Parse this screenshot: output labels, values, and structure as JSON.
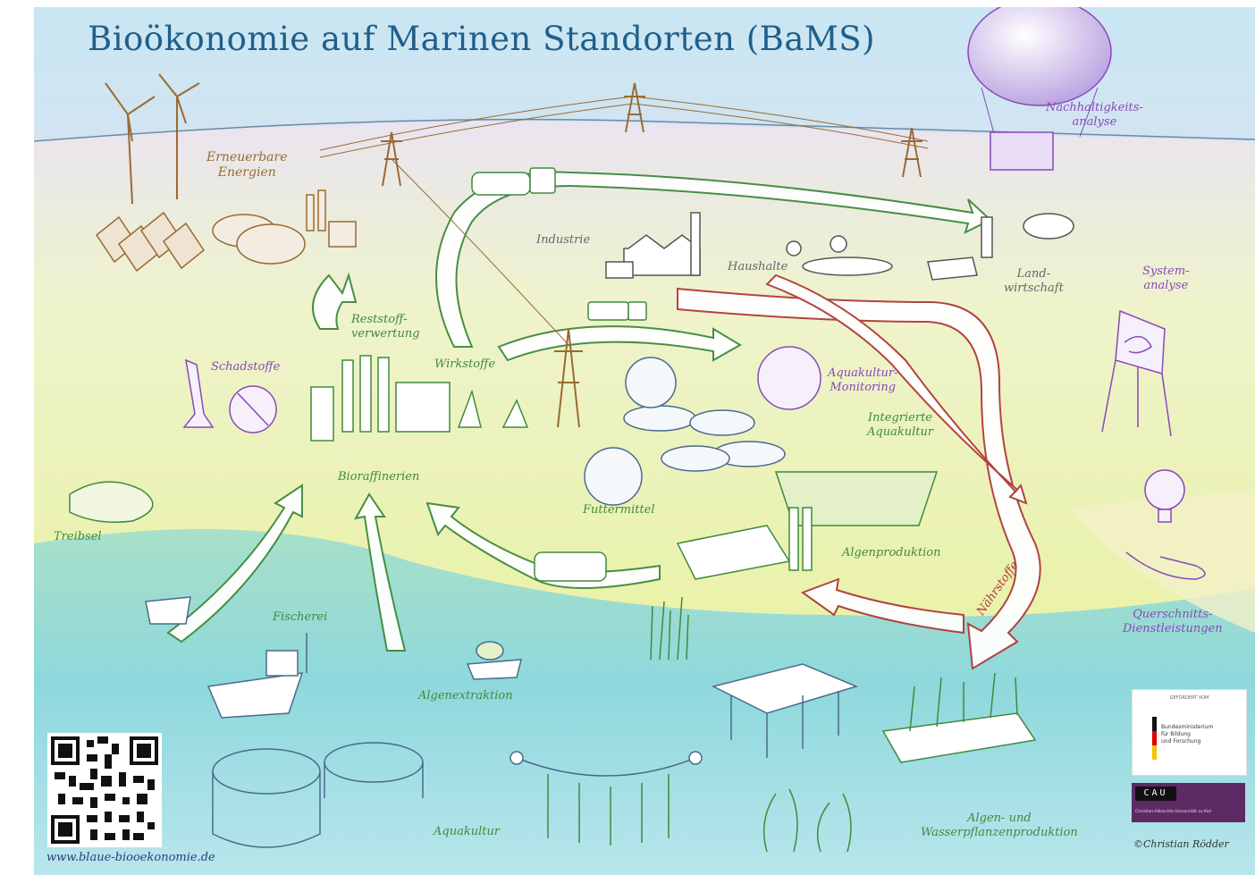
{
  "title": "Bioökonomie auf Marinen Standorten (BaMS)",
  "labels": {
    "erneuerbare": "Erneuerbare\nEnergien",
    "industrie": "Industrie",
    "haushalte": "Haushalte",
    "landwirtschaft": "Land-\nwirtschaft",
    "nachhaltigkeit": "Nachhaltigkeits-\nanalyse",
    "systemanalyse": "System-\nanalyse",
    "reststoff": "Reststoff-\nverwertung",
    "wirkstoffe": "Wirkstoffe",
    "schadstoffe": "Schadstoffe",
    "bioraffinerien": "Bioraffinerien",
    "futtermittel": "Futtermittel",
    "aquakultur_monitoring": "Aquakultur-\nMonitoring",
    "integrierte": "Integrierte\nAquakultur",
    "algenproduktion": "Algenproduktion",
    "naehrstoffe": "Nährstoffe",
    "treibsel": "Treibsel",
    "fischerei": "Fischerei",
    "algenextraktion": "Algenextraktion",
    "aquakultur": "Aquakultur",
    "algen_wasser": "Algen- und\nWasserpflanzenproduktion",
    "querschnitt": "Querschnitts-\nDienstleistungen"
  },
  "url": "www.blaue-biooekonomie.de",
  "credit": "©Christian Rödder",
  "logos": {
    "bmbf_top": "GEFÖRDERT VOM",
    "bmbf_text": "Bundesministerium\nfür Bildung\nund Forschung",
    "cau_text": "CAU",
    "cau_sub": "Christian-Albrechts-Universität zu Kiel"
  },
  "colors": {
    "title": "#1f5f8c",
    "green_flow": "#3e8a3c",
    "red_flow": "#b03a3a",
    "brown": "#9a6a32",
    "purple": "#8a48b8",
    "sea": "#7fd2d6",
    "land": "#eef3b8"
  }
}
